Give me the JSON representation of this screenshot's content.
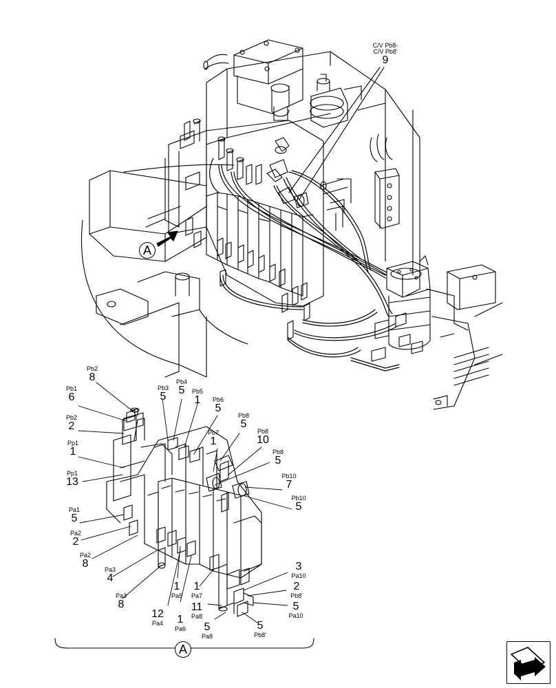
{
  "view_label": "A",
  "top_callout": {
    "port": "C/V Pb8-\nC/V Pb8'",
    "port_line1": "C/V Pb8-",
    "port_line2": "C/V Pb8'",
    "num": "9"
  },
  "callouts": [
    {
      "id": "c1",
      "port": "Pb2",
      "num": "8",
      "pos": "above"
    },
    {
      "id": "c2",
      "port": "Pb1",
      "num": "6",
      "pos": "above"
    },
    {
      "id": "c3",
      "port": "Pb2",
      "num": "2",
      "pos": "above"
    },
    {
      "id": "c4",
      "port": "Pp1",
      "num": "1",
      "pos": "above"
    },
    {
      "id": "c5",
      "port": "Pp1",
      "num": "13",
      "pos": "above"
    },
    {
      "id": "c6",
      "port": "Pa1",
      "num": "5",
      "pos": "above"
    },
    {
      "id": "c7",
      "port": "Pa2",
      "num": "2",
      "pos": "above"
    },
    {
      "id": "c8",
      "port": "Pa2",
      "num": "8",
      "pos": "above"
    },
    {
      "id": "c9",
      "port": "Pa3",
      "num": "4",
      "pos": "above"
    },
    {
      "id": "c10",
      "port": "Pa3",
      "num": "8",
      "pos": "above"
    },
    {
      "id": "c11",
      "port": "Pb3",
      "num": "5",
      "pos": "above"
    },
    {
      "id": "c12",
      "port": "Pb4",
      "num": "5",
      "pos": "above"
    },
    {
      "id": "c13",
      "port": "Pb5",
      "num": "1",
      "pos": "above"
    },
    {
      "id": "c14",
      "port": "Pb6",
      "num": "5",
      "pos": "above"
    },
    {
      "id": "c15",
      "port": "Pb7",
      "num": "1",
      "pos": "above"
    },
    {
      "id": "c16",
      "port": "Pb8",
      "num": "5",
      "pos": "above"
    },
    {
      "id": "c17",
      "port": "Pb8",
      "num": "10",
      "pos": "above"
    },
    {
      "id": "c18",
      "port": "Pb8",
      "num": "5",
      "pos": "above"
    },
    {
      "id": "c19",
      "port": "Pb10",
      "num": "7",
      "pos": "above"
    },
    {
      "id": "c20",
      "port": "Pb10",
      "num": "5",
      "pos": "above"
    },
    {
      "id": "c21",
      "port": "Pa10",
      "num": "3",
      "pos": "below"
    },
    {
      "id": "c22",
      "port": "Pb8'",
      "num": "2",
      "pos": "below"
    },
    {
      "id": "c23",
      "port": "Pa10",
      "num": "5",
      "pos": "below"
    },
    {
      "id": "c24",
      "port": "Pa4",
      "num": "12",
      "pos": "below"
    },
    {
      "id": "c25",
      "port": "Pa5",
      "num": "1",
      "pos": "below"
    },
    {
      "id": "c26",
      "port": "Pa6",
      "num": "1",
      "pos": "below"
    },
    {
      "id": "c27",
      "port": "Pa7",
      "num": "1",
      "pos": "below"
    },
    {
      "id": "c28",
      "port": "Pa8",
      "num": "11",
      "pos": "below"
    },
    {
      "id": "c29",
      "port": "Pa8",
      "num": "5",
      "pos": "below"
    },
    {
      "id": "c30",
      "port": "Pb8'",
      "num": "5",
      "pos": "below"
    }
  ]
}
